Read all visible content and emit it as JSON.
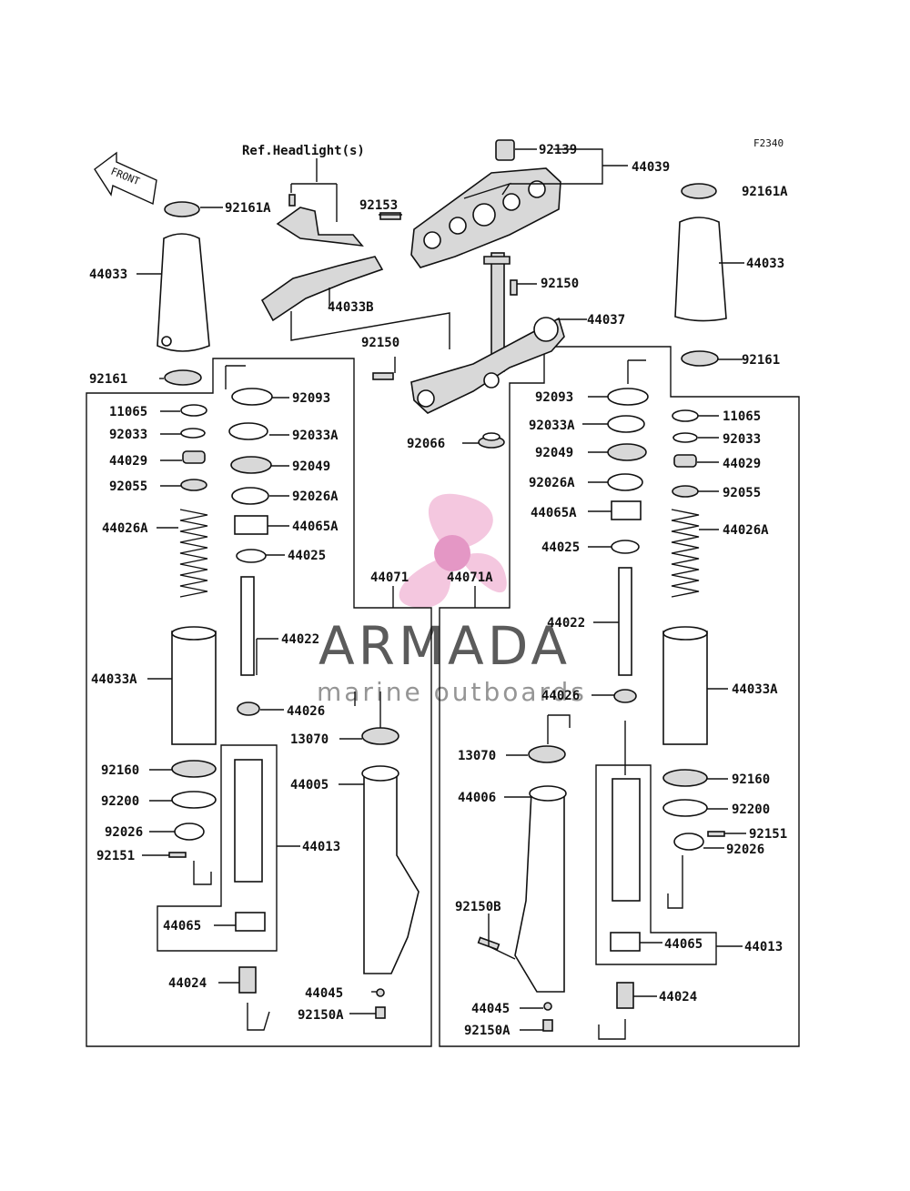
{
  "figure_code": "F2340",
  "front_label": "FRONT",
  "ref_note": "Ref.Headlight(s)",
  "watermark": {
    "brand": "ARMADA",
    "tagline": "marine outboards",
    "color": "#e8a0c8"
  },
  "labels": {
    "p92139": "92139",
    "p44039": "44039",
    "p92161A_l": "92161A",
    "p92161A_r": "92161A",
    "p92153": "92153",
    "p44033_l": "44033",
    "p44033_r": "44033",
    "p92150_t": "92150",
    "p44033B": "44033B",
    "p44037": "44037",
    "p92150_m": "92150",
    "p92161_l": "92161",
    "p92161_r": "92161",
    "p92093_l": "92093",
    "p92093_r": "92093",
    "p11065_l": "11065",
    "p11065_r": "11065",
    "p92033_l": "92033",
    "p92033_r": "92033",
    "p92033A_l": "92033A",
    "p92033A_r": "92033A",
    "p92066": "92066",
    "p44029_l": "44029",
    "p44029_r": "44029",
    "p92049_l": "92049",
    "p92049_r": "92049",
    "p92055_l": "92055",
    "p92055_r": "92055",
    "p92026A_l": "92026A",
    "p92026A_r": "92026A",
    "p44026A_l": "44026A",
    "p44026A_r": "44026A",
    "p44065A_l": "44065A",
    "p44065A_r": "44065A",
    "p44025_l": "44025",
    "p44025_r": "44025",
    "p44071": "44071",
    "p44071A": "44071A",
    "p44022_l": "44022",
    "p44022_r": "44022",
    "p44033A_l": "44033A",
    "p44033A_r": "44033A",
    "p44026_l": "44026",
    "p44026_r": "44026",
    "p13070_l": "13070",
    "p13070_r": "13070",
    "p92160_l": "92160",
    "p92160_r": "92160",
    "p44005": "44005",
    "p44006": "44006",
    "p92200_l": "92200",
    "p92200_r": "92200",
    "p92151_l": "92151",
    "p92151_r": "92151",
    "p92026_l": "92026",
    "p92026_r": "92026",
    "p44013_l": "44013",
    "p44013_r": "44013",
    "p92150B": "92150B",
    "p44065_l": "44065",
    "p44065_r": "44065",
    "p44024_l": "44024",
    "p44024_r": "44024",
    "p44045_l": "44045",
    "p44045_r": "44045",
    "p92150A_l": "92150A",
    "p92150A_r": "92150A"
  }
}
